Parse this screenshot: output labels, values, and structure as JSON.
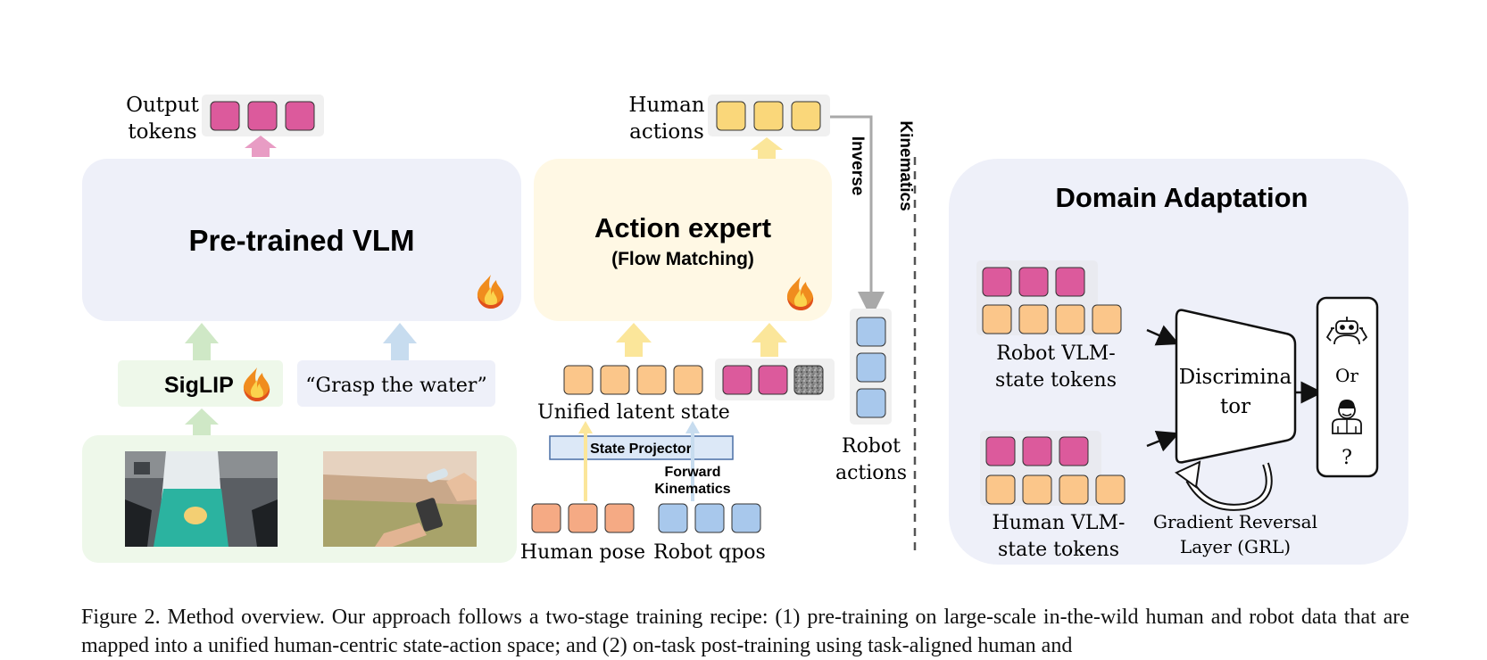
{
  "vlm": {
    "output_label_1": "Output",
    "output_label_2": "tokens",
    "title": "Pre-trained VLM",
    "siglip": "SigLIP",
    "instruction": "“Grasp the water”"
  },
  "action": {
    "human_actions_1": "Human",
    "human_actions_2": "actions",
    "title": "Action expert",
    "subtitle": "(Flow Matching)",
    "unified_latent": "Unified latent state",
    "state_projector": "State Projector",
    "forward_1": "Forward",
    "forward_2": "Kinematics",
    "human_pose": "Human pose",
    "robot_qpos": "Robot qpos",
    "inverse_1": "Inverse",
    "inverse_2": "Kinematics",
    "robot_actions_1": "Robot",
    "robot_actions_2": "actions"
  },
  "domain": {
    "title": "Domain Adaptation",
    "robot_tokens_1": "Robot VLM-",
    "robot_tokens_2": "state tokens",
    "human_tokens_1": "Human VLM-",
    "human_tokens_2": "state tokens",
    "disc_1": "Discrimina",
    "disc_2": "tor",
    "or": "Or",
    "question": "?",
    "grl_1": "Gradient Reversal",
    "grl_2": "Layer (GRL)"
  },
  "icons": {
    "fire": "fire-icon",
    "robot": "robot-icon",
    "human": "human-icon"
  },
  "colors": {
    "pink": "#dc5a9c",
    "yellow": "#fad77a",
    "orange": "#fbc68a",
    "salmon": "#f5aa84",
    "blue": "#a8c8ec",
    "vlm_bg": "#eef0f9",
    "action_bg": "#fff8e4",
    "green_bg": "#eef8ea"
  },
  "caption": "Figure 2.  Method overview.  Our approach follows a two-stage training recipe:  (1) pre-training on large-scale in-the-wild human and robot data that are mapped into a unified human-centric state-action space; and (2) on-task post-training using task-aligned human and"
}
